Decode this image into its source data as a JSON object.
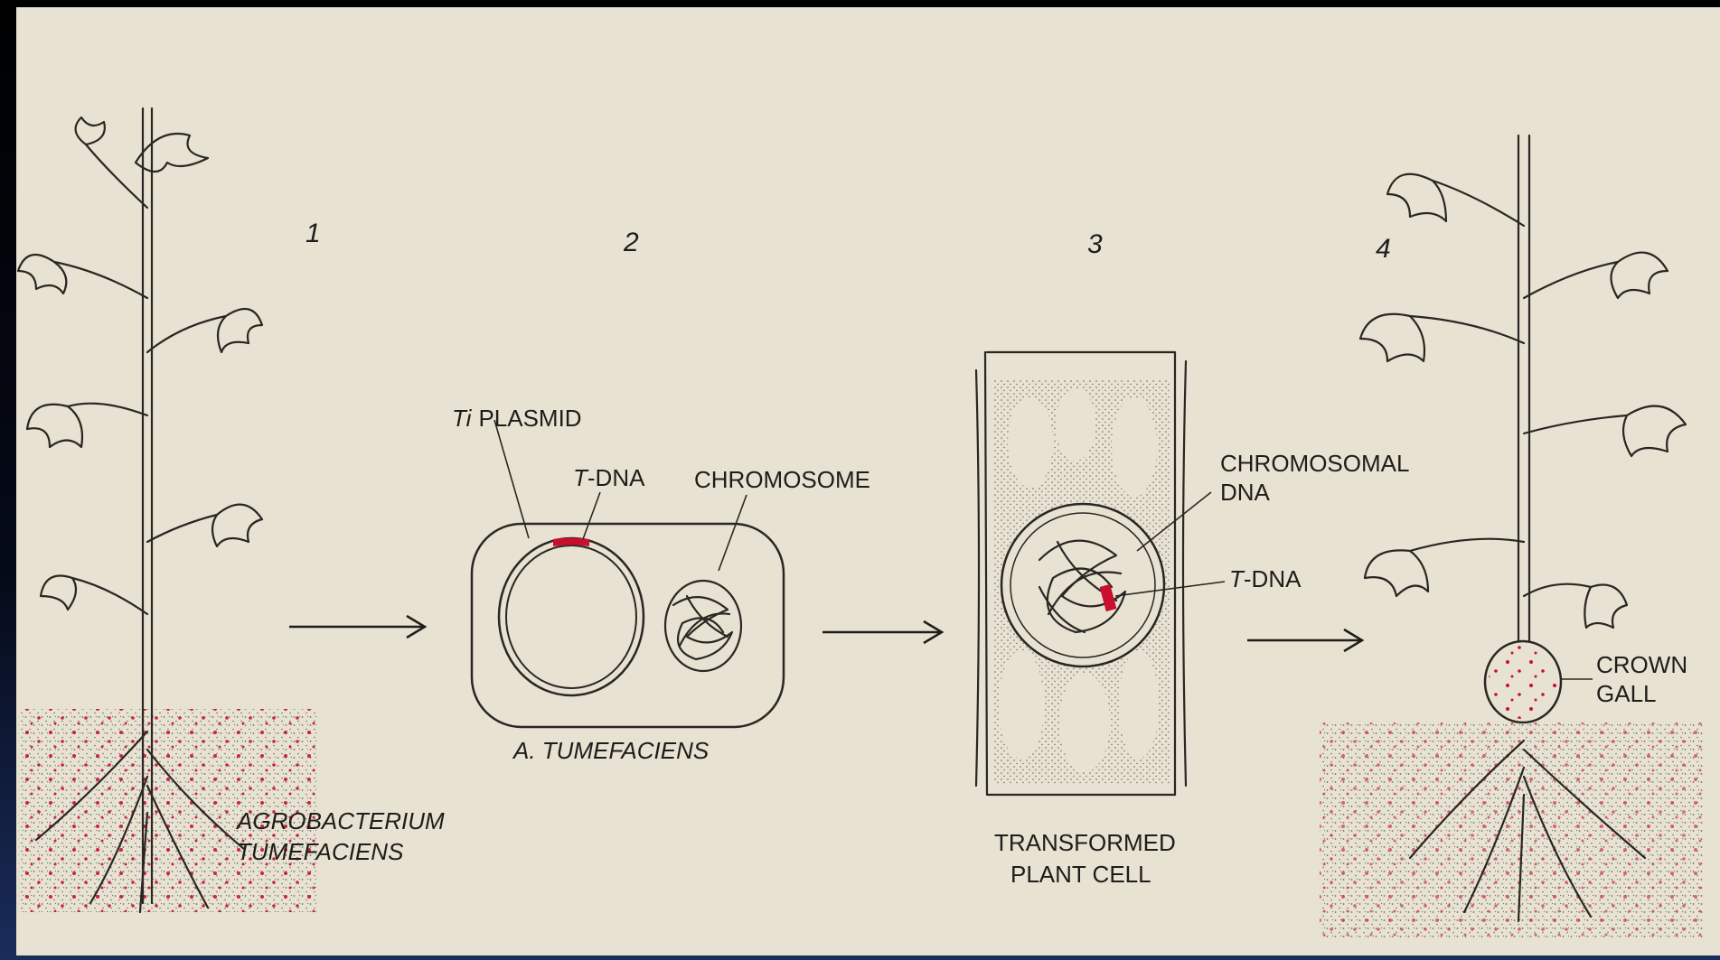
{
  "steps": [
    "1",
    "2",
    "3",
    "4"
  ],
  "labels": {
    "bacterium_line1": "AGROBACTERIUM",
    "bacterium_line2": "TUMEFACIENS",
    "ti_prefix": "Ti",
    "ti_suffix": "PLASMID",
    "tdna_prefix": "T",
    "tdna_suffix": "-DNA",
    "chromosome": "CHROMOSOME",
    "a_tumefaciens": "A. TUMEFACIENS",
    "chromosomal_dna_line1": "CHROMOSOMAL",
    "chromosomal_dna_line2": "DNA",
    "transformed_line1": "TRANSFORMED",
    "transformed_line2": "PLANT CELL",
    "crown_gall_line1": "CROWN",
    "crown_gall_line2": "GALL"
  },
  "colors": {
    "paper": "#e8e2d3",
    "ink": "#2a2622",
    "highlight": "#c8102e"
  }
}
